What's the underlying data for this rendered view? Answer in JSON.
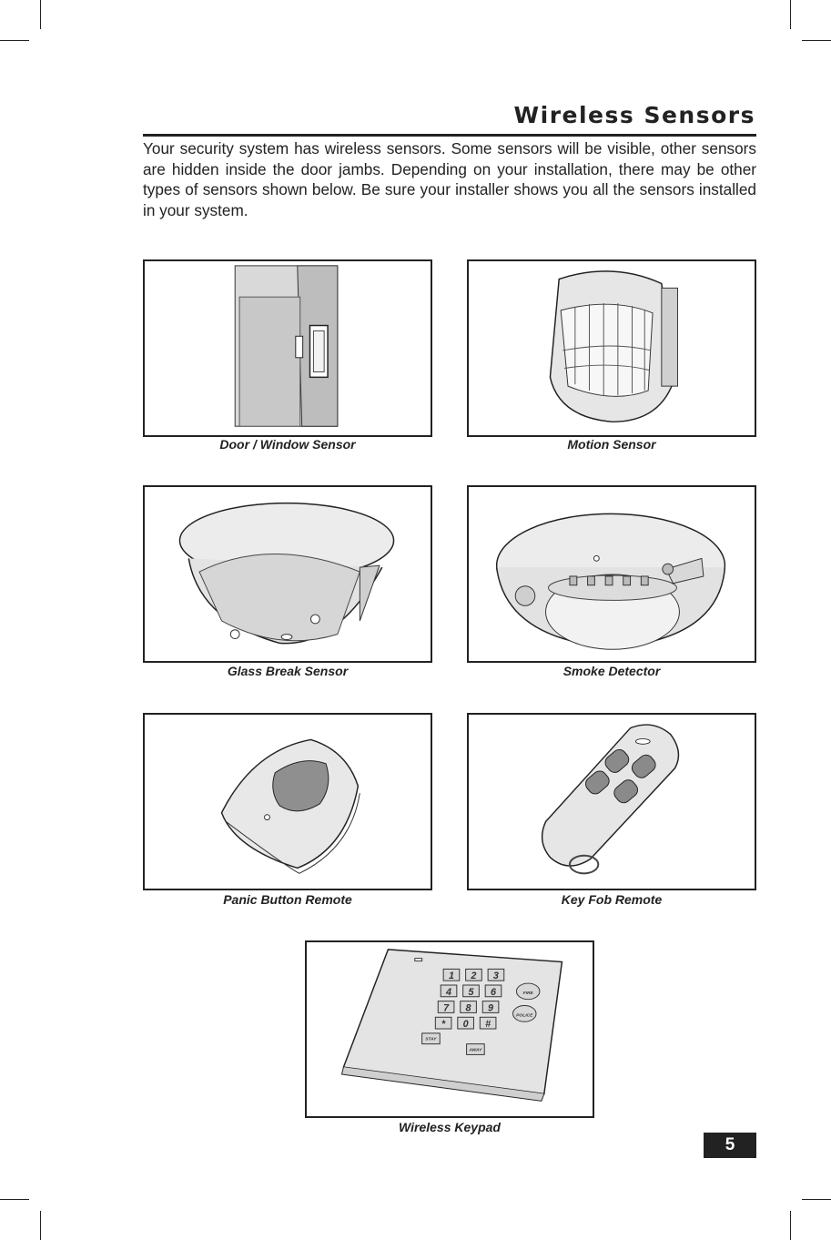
{
  "page": {
    "title": "Wireless Sensors",
    "intro": "Your security system has wireless sensors. Some sensors will be visible, other sensors are hidden inside the door jambs. Depending on your installation, there may be other types of sensors shown below. Be sure your installer shows you all the sensors installed in your system.",
    "page_number": "5"
  },
  "sensors": [
    {
      "caption": "Door / Window Sensor",
      "icon": "door-window-sensor-icon"
    },
    {
      "caption": "Motion Sensor",
      "icon": "motion-sensor-icon"
    },
    {
      "caption": "Glass Break Sensor",
      "icon": "glass-break-sensor-icon"
    },
    {
      "caption": "Smoke Detector",
      "icon": "smoke-detector-icon"
    },
    {
      "caption": "Panic Button Remote",
      "icon": "panic-button-icon"
    },
    {
      "caption": "Key Fob Remote",
      "icon": "key-fob-icon"
    },
    {
      "caption": "Wireless Keypad",
      "icon": "wireless-keypad-icon"
    }
  ],
  "keypad": {
    "keys": [
      "1",
      "2",
      "3",
      "4",
      "5",
      "6",
      "7",
      "8",
      "9",
      "*",
      "0",
      "#"
    ],
    "stay_label": "STAY",
    "away_label": "AWAY",
    "fire_label": "FIRE",
    "police_label": "POLICE"
  }
}
